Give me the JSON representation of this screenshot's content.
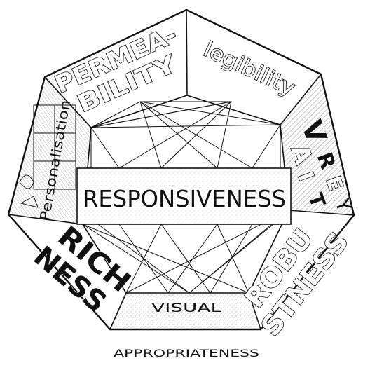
{
  "diagram": {
    "center_label": "RESPONSIVENESS",
    "segments": [
      {
        "id": "permeability",
        "lines": [
          "PERMEA-",
          "BILITY"
        ]
      },
      {
        "id": "legibility",
        "text": "legibility"
      },
      {
        "id": "variety",
        "letters": [
          "V",
          "A",
          "R",
          "I",
          "E",
          "T",
          "Y"
        ]
      },
      {
        "id": "robustness",
        "lines": [
          "ROBU",
          "STNESS"
        ]
      },
      {
        "id": "visual-appropriateness",
        "lines": [
          "VISUAL",
          "APPROPRIATENESS"
        ]
      },
      {
        "id": "richness",
        "lines": [
          "RICH",
          "NESS"
        ]
      },
      {
        "id": "personalisation",
        "text": "Personalisation"
      }
    ]
  },
  "colors": {
    "ink": "#111111",
    "paper": "#ffffff",
    "stipple": "#c9c9c9"
  }
}
